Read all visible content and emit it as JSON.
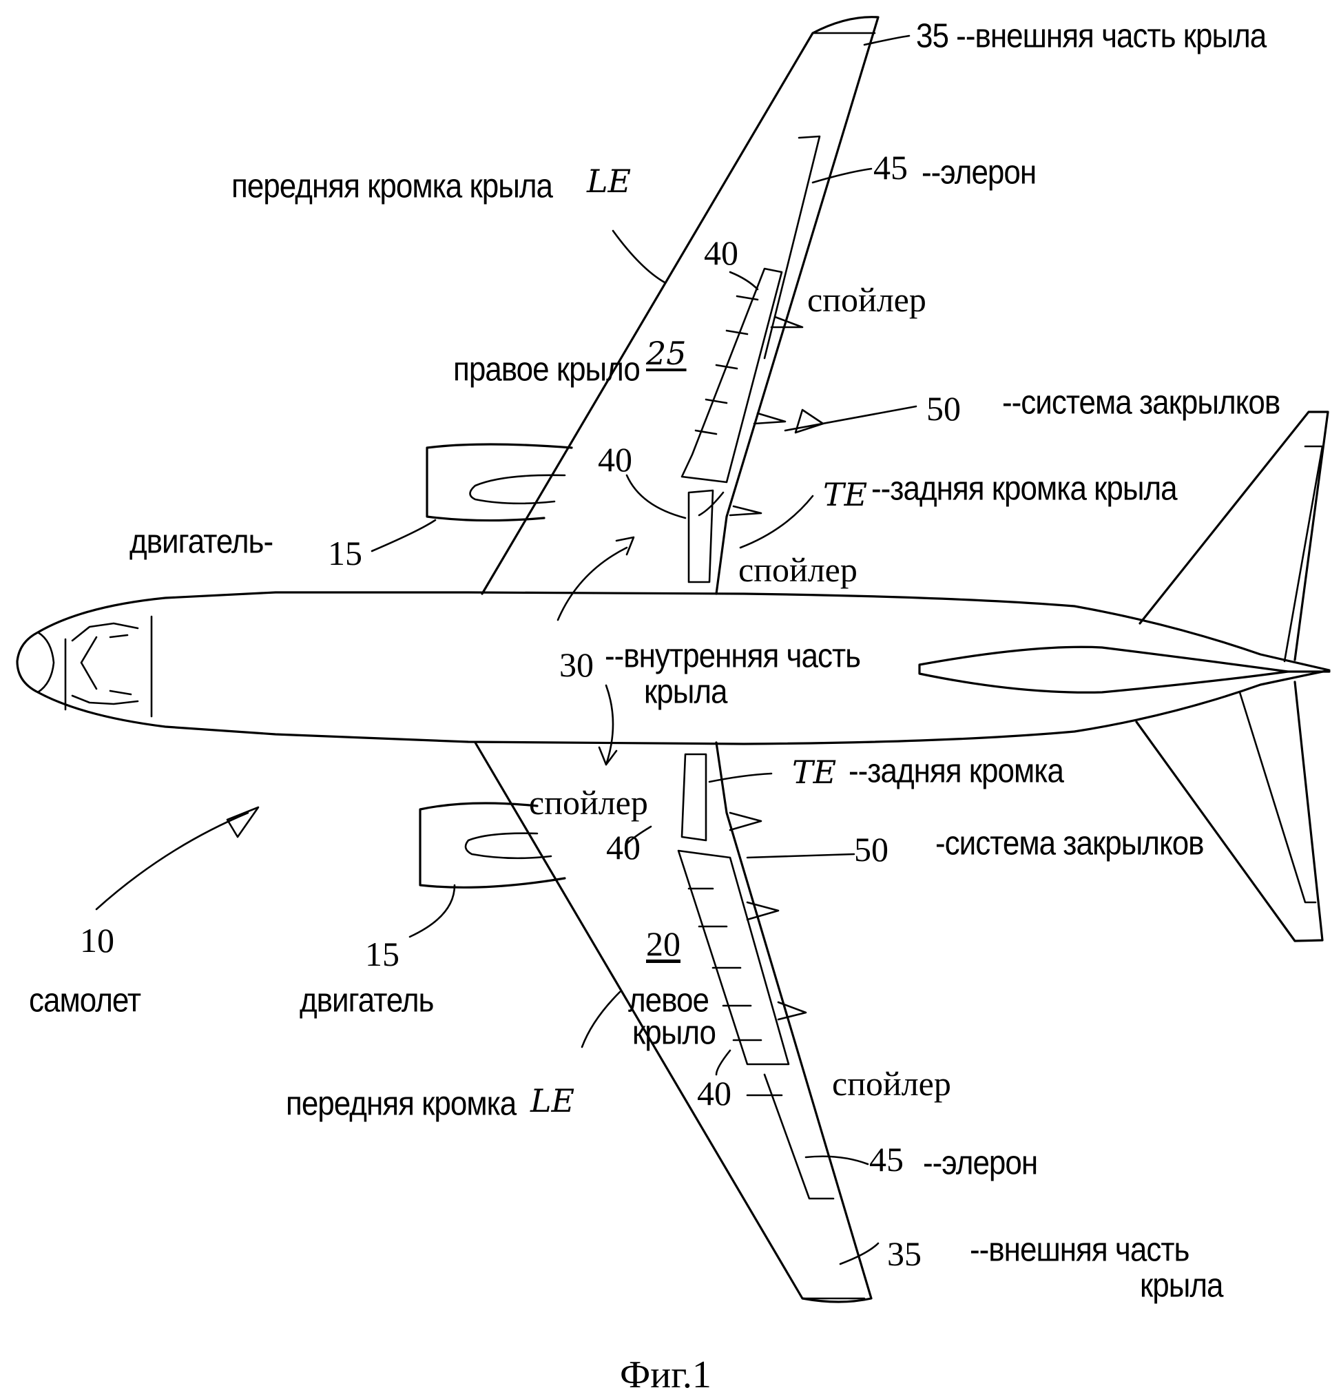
{
  "figure": {
    "caption": "Фиг.1",
    "labels": {
      "outer_wing_top": "35 --внешняя часть крыла",
      "aileron_top_num": "45",
      "aileron_top_text": "--элерон",
      "le_top_text": "передняя кромка крыла",
      "le_top_hand": "LE",
      "spoiler_num_top_a": "40",
      "spoiler_top_a": "спойлер",
      "right_wing_text": "правое крыло",
      "right_wing_num": "25",
      "flaps_top_num": "50",
      "flaps_top_text": "--система закрылков",
      "spoiler_num_top_b": "40",
      "te_top_hand": "TE",
      "te_top_text": "--задняя кромка крыла",
      "engine_top_text": "двигатель-",
      "engine_top_num": "15",
      "spoiler_top_b": "спойлер",
      "inner_wing_num": "30",
      "inner_wing_text_1": "--внутренняя часть",
      "inner_wing_text_2": "крыла",
      "te_bottom_hand": "TE",
      "te_bottom_text": "--задняя кромка",
      "spoiler_bottom_a": "спойлер",
      "spoiler_num_bottom_a": "40",
      "flaps_bottom_num": "50",
      "flaps_bottom_text": "-система закрылков",
      "airplane_num": "10",
      "airplane_text": "самолет",
      "engine_bottom_num": "15",
      "engine_bottom_text": "двигатель",
      "left_wing_num": "20",
      "left_wing_text_1": "левое",
      "left_wing_text_2": "крыло",
      "le_bottom_text": "передняя кромка",
      "le_bottom_hand": "LE",
      "spoiler_num_bottom_b": "40",
      "spoiler_bottom_b": "спойлер",
      "aileron_bottom_num": "45",
      "aileron_bottom_text": "--элерон",
      "outer_wing_bottom_num": "35",
      "outer_wing_bottom_text_1": "--внешняя часть",
      "outer_wing_bottom_text_2": "крыла"
    }
  }
}
